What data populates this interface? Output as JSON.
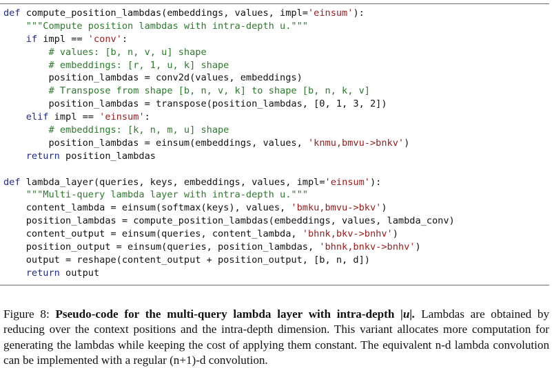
{
  "code_lines": [
    [
      [
        "k",
        "def"
      ],
      [
        "t",
        " compute_position_lambdas(embeddings, values, impl="
      ],
      [
        "s",
        "'einsum'"
      ],
      [
        "t",
        "):"
      ]
    ],
    [
      [
        "c",
        "    \"\"\"Compute position lambdas with intra-depth u.\"\"\""
      ]
    ],
    [
      [
        "t",
        "    "
      ],
      [
        "k",
        "if"
      ],
      [
        "t",
        " impl == "
      ],
      [
        "s",
        "'conv'"
      ],
      [
        "t",
        ":"
      ]
    ],
    [
      [
        "c",
        "        # values: [b, n, v, u] shape"
      ]
    ],
    [
      [
        "c",
        "        # embeddings: [r, 1, u, k] shape"
      ]
    ],
    [
      [
        "t",
        "        position_lambdas = conv2d(values, embeddings)"
      ]
    ],
    [
      [
        "c",
        "        # Transpose from shape [b, n, v, k] to shape [b, n, k, v]"
      ]
    ],
    [
      [
        "t",
        "        position_lambdas = transpose(position_lambdas, [0, 1, 3, 2])"
      ]
    ],
    [
      [
        "t",
        "    "
      ],
      [
        "k",
        "elif"
      ],
      [
        "t",
        " impl == "
      ],
      [
        "s",
        "'einsum'"
      ],
      [
        "t",
        ":"
      ]
    ],
    [
      [
        "c",
        "        # embeddings: [k, n, m, u] shape"
      ]
    ],
    [
      [
        "t",
        "        position_lambdas = einsum(embeddings, values, "
      ],
      [
        "s",
        "'knmu,bmvu->bnkv'"
      ],
      [
        "t",
        ")"
      ]
    ],
    [
      [
        "t",
        "    "
      ],
      [
        "k",
        "return"
      ],
      [
        "t",
        " position_lambdas"
      ]
    ],
    [
      [
        "t",
        ""
      ]
    ],
    [
      [
        "k",
        "def"
      ],
      [
        "t",
        " lambda_layer(queries, keys, embeddings, values, impl="
      ],
      [
        "s",
        "'einsum'"
      ],
      [
        "t",
        "):"
      ]
    ],
    [
      [
        "c",
        "    \"\"\"Multi-query lambda layer with intra-depth u.\"\"\""
      ]
    ],
    [
      [
        "t",
        "    content_lambda = einsum(softmax(keys), values, "
      ],
      [
        "s",
        "'bmku,bmvu->bkv'"
      ],
      [
        "t",
        ")"
      ]
    ],
    [
      [
        "t",
        "    position_lambdas = compute_position_lambdas(embeddings, values, lambda_conv)"
      ]
    ],
    [
      [
        "t",
        "    content_output = einsum(queries, content_lambda, "
      ],
      [
        "s",
        "'bhnk,bkv->bnhv'"
      ],
      [
        "t",
        ")"
      ]
    ],
    [
      [
        "t",
        "    position_output = einsum(queries, position_lambdas, "
      ],
      [
        "s",
        "'bhnk,bnkv->bnhv'"
      ],
      [
        "t",
        ")"
      ]
    ],
    [
      [
        "t",
        "    output = reshape(content_output + position_output, [b, n, d])"
      ]
    ],
    [
      [
        "t",
        "    "
      ],
      [
        "k",
        "return"
      ],
      [
        "t",
        " output"
      ]
    ]
  ],
  "caption": {
    "label": "Figure 8:",
    "title": "Pseudo-code for the multi-query lambda layer with intra-depth",
    "symbol": "|u|.",
    "body": "Lambdas are obtained by reducing over the context positions and the intra-depth dimension. This variant allocates more computation for generating the lambdas while keeping the cost of applying them constant. The equivalent n-d lambda convolution can be implemented with a regular (n+1)-d convolution."
  },
  "colors": {
    "keyword": "#1f2a8f",
    "comment": "#2c7a2c",
    "string": "#9a1a1a",
    "rule": "#6e6e6e"
  }
}
